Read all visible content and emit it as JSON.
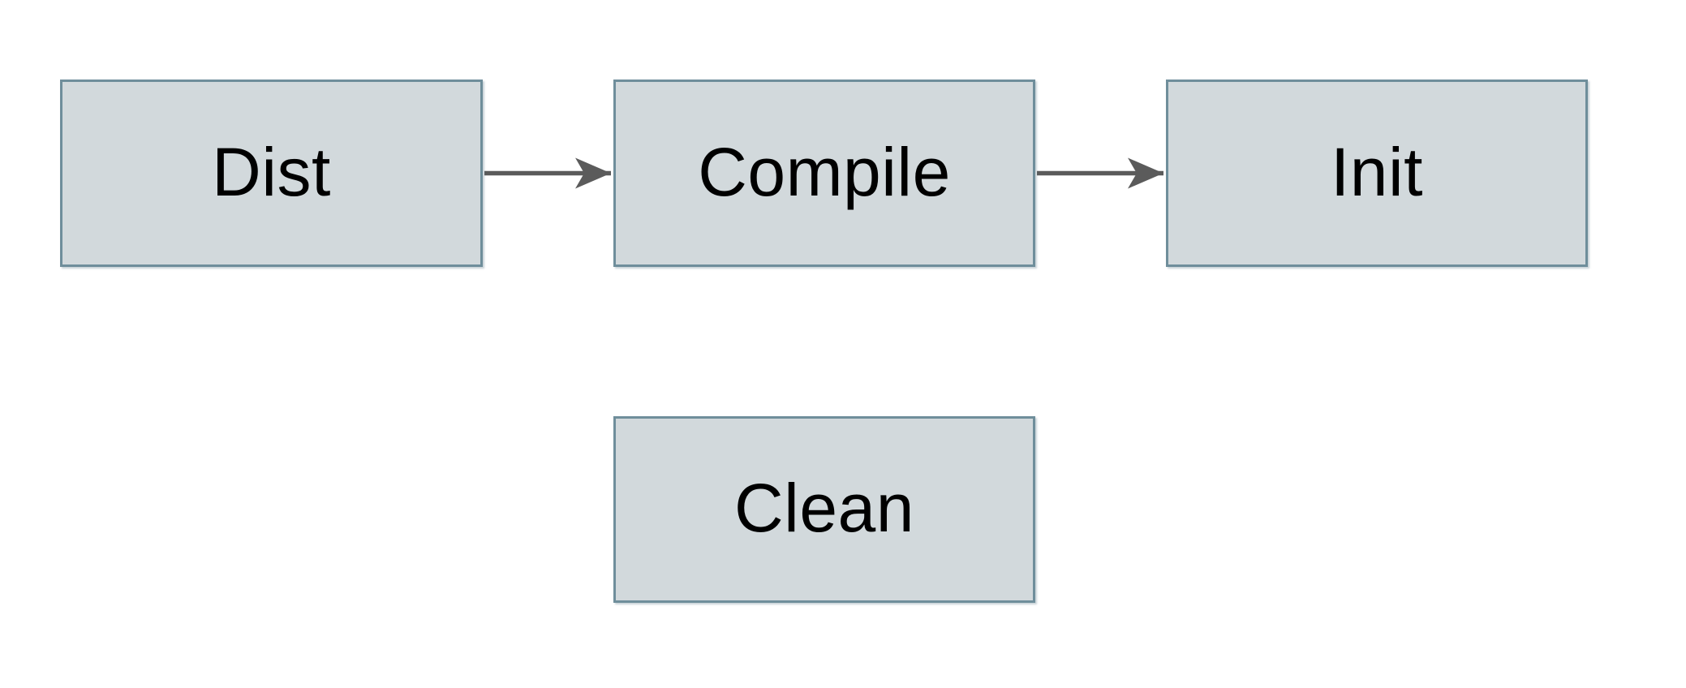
{
  "diagram": {
    "nodes": [
      {
        "id": "dist",
        "label": "Dist"
      },
      {
        "id": "compile",
        "label": "Compile"
      },
      {
        "id": "init",
        "label": "Init"
      },
      {
        "id": "clean",
        "label": "Clean"
      }
    ],
    "edges": [
      {
        "from": "Dist",
        "to": "Compile"
      },
      {
        "from": "Compile",
        "to": "Init"
      }
    ],
    "colors": {
      "background": "#ffffff",
      "node_fill": "#d2d9dc",
      "node_border": "#6f8e9b",
      "arrow": "#5b5b5b",
      "text": "#000000"
    }
  }
}
